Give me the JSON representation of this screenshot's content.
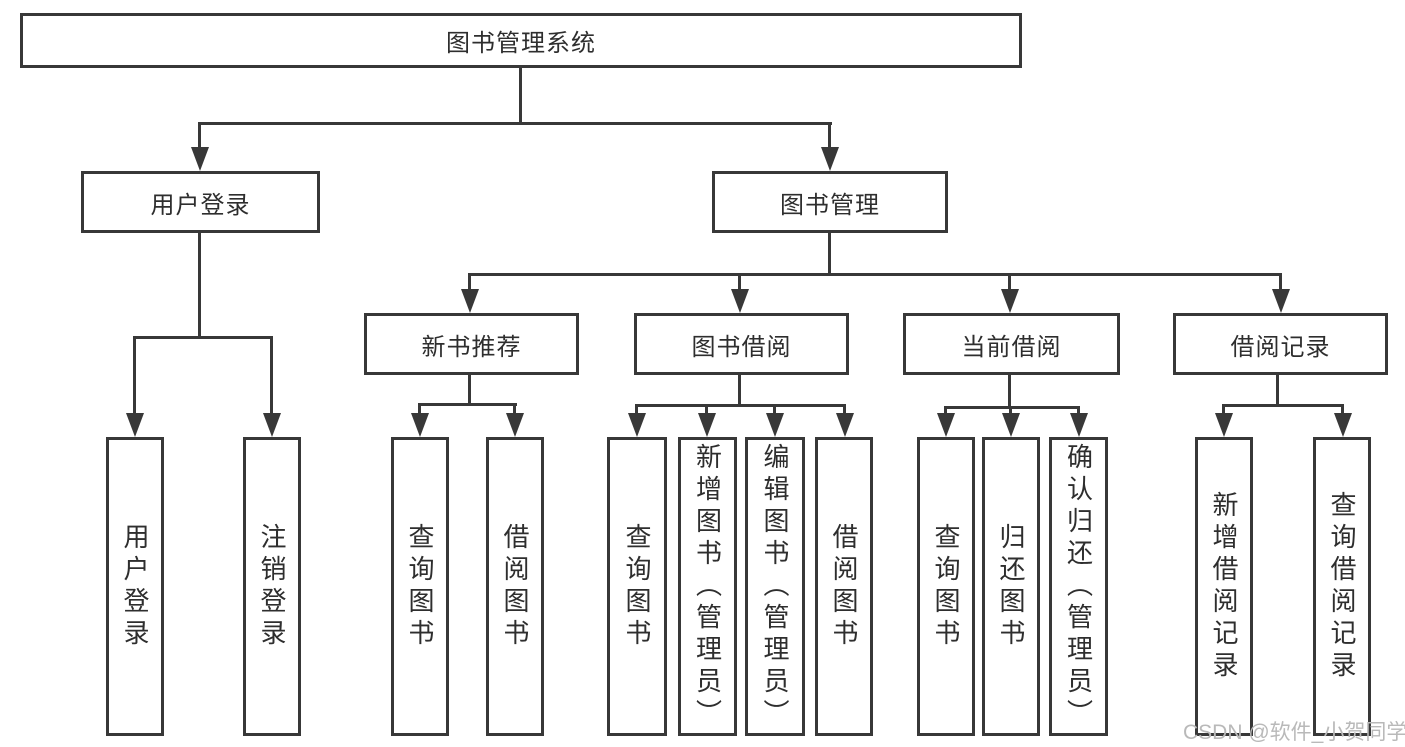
{
  "diagram": {
    "root": {
      "label": "图书管理系统"
    },
    "login": {
      "label": "用户登录",
      "children": [
        {
          "label": "用户登录"
        },
        {
          "label": "注销登录"
        }
      ]
    },
    "management": {
      "label": "图书管理",
      "sections": [
        {
          "label": "新书推荐",
          "children": [
            {
              "label": "查询图书"
            },
            {
              "label": "借阅图书"
            }
          ]
        },
        {
          "label": "图书借阅",
          "children": [
            {
              "label": "查询图书"
            },
            {
              "label": "新增图书（管理员）"
            },
            {
              "label": "编辑图书（管理员）"
            },
            {
              "label": "借阅图书"
            }
          ]
        },
        {
          "label": "当前借阅",
          "children": [
            {
              "label": "查询图书"
            },
            {
              "label": "归还图书"
            },
            {
              "label": "确认归还（管理员）"
            }
          ]
        },
        {
          "label": "借阅记录",
          "children": [
            {
              "label": "新增借阅记录"
            },
            {
              "label": "查询借阅记录"
            }
          ]
        }
      ]
    }
  },
  "watermark": {
    "text": "CSDN @软件_小贺同学"
  },
  "colors": {
    "line": "#383838",
    "text": "#2e2e2e",
    "watermark": "#b9b9b9",
    "background": "#ffffff"
  }
}
